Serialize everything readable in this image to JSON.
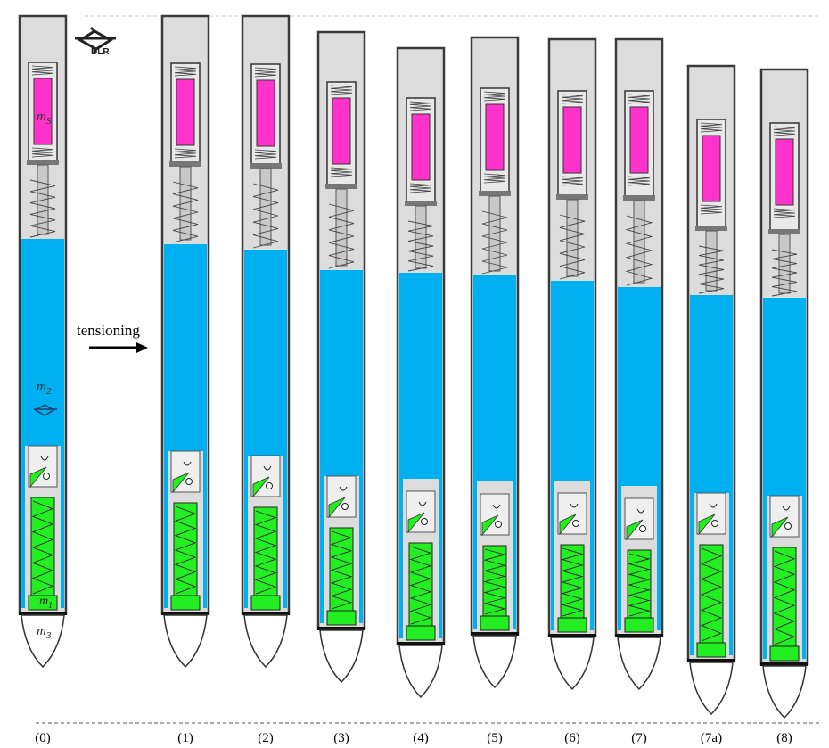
{
  "frames": [
    {
      "label": "(0)",
      "shift": 0,
      "rod": 0.0
    },
    {
      "label": "(1)",
      "shift": 0,
      "rod": 0.1
    },
    {
      "label": "(2)",
      "shift": 0,
      "rod": 0.2
    },
    {
      "label": "(3)",
      "shift": 18,
      "rod": 0.5
    },
    {
      "label": "(4)",
      "shift": 36,
      "rod": 0.55
    },
    {
      "label": "(5)",
      "shift": 24,
      "rod": 0.6
    },
    {
      "label": "(6)",
      "shift": 26,
      "rod": 0.7
    },
    {
      "label": "(7)",
      "shift": 26,
      "rod": 0.8
    },
    {
      "label": "(7a)",
      "shift": 56,
      "rod": 0.95
    },
    {
      "label": "(8)",
      "shift": 60,
      "rod": 1.0
    }
  ],
  "annotations": {
    "arrow_text": "tensioning",
    "logo_text": "DLR",
    "mass_s": "m",
    "mass_s_sub": "S",
    "mass_2": "m",
    "mass_2_sub": "2",
    "mass_1": "m",
    "mass_1_sub": "1",
    "mass_3": "m",
    "mass_3_sub": "3"
  },
  "colors": {
    "casing": "#dcdcdc",
    "outline": "#3a3a3a",
    "blue": "#00b0f0",
    "magenta": "#ff33cc",
    "green": "#22ee22"
  }
}
